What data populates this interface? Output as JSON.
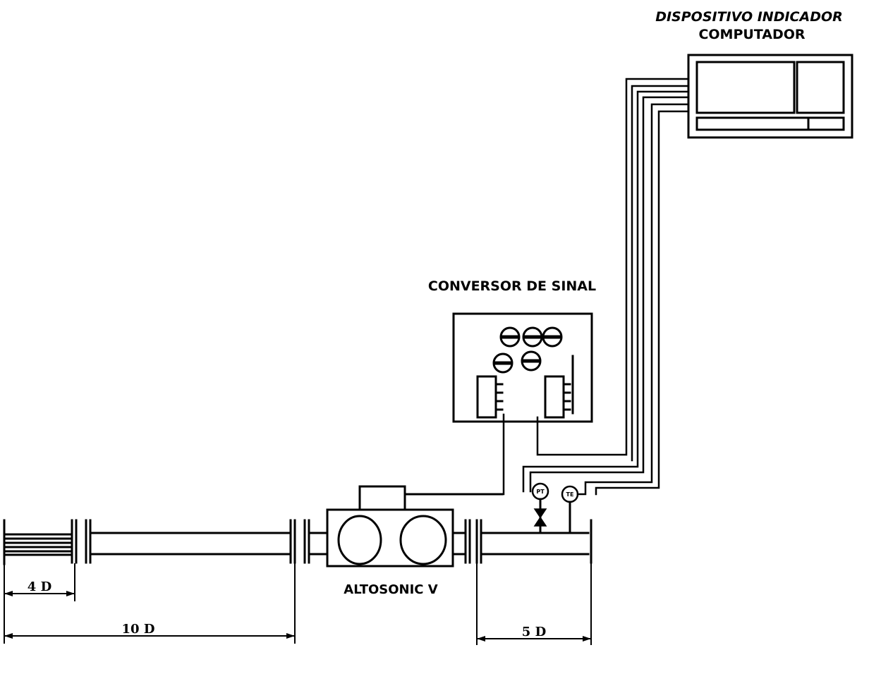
{
  "labels": {
    "device_line1": "DISPOSITIVO INDICADOR",
    "device_line2": "COMPUTADOR",
    "converter": "CONVERSOR DE SINAL",
    "meter": "ALTOSONIC V"
  },
  "dimensions": {
    "d4": "4 D",
    "d10": "10 D",
    "d5": "5 D"
  },
  "instruments": {
    "pressure_tag": "PT",
    "temperature_tag": "TE"
  }
}
